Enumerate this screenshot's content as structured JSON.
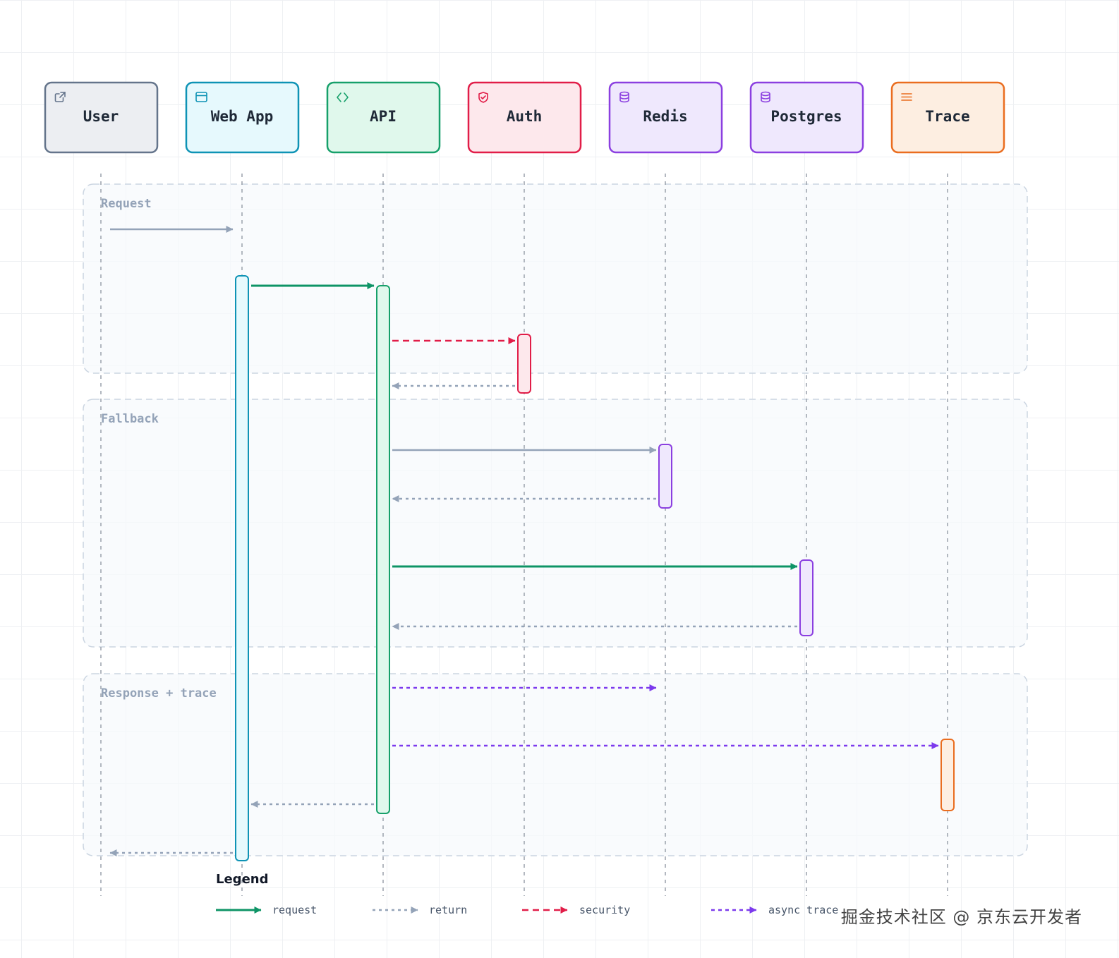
{
  "participants": [
    {
      "id": "user",
      "label": "User",
      "icon": "external-link-icon",
      "stroke": "#64748b",
      "fill": "#eceef2"
    },
    {
      "id": "webapp",
      "label": "Web App",
      "icon": "browser-window-icon",
      "stroke": "#0e93b5",
      "fill": "#e6f9fd"
    },
    {
      "id": "api",
      "label": "API",
      "icon": "code-brackets-icon",
      "stroke": "#16a06a",
      "fill": "#e0f8ec"
    },
    {
      "id": "auth",
      "label": "Auth",
      "icon": "shield-check-icon",
      "stroke": "#e11d48",
      "fill": "#fde8ec"
    },
    {
      "id": "redis",
      "label": "Redis",
      "icon": "database-icon",
      "stroke": "#8b3fe0",
      "fill": "#efe8fd"
    },
    {
      "id": "postgres",
      "label": "Postgres",
      "icon": "database-icon",
      "stroke": "#8b3fe0",
      "fill": "#efe8fd"
    },
    {
      "id": "trace",
      "label": "Trace",
      "icon": "list-lines-icon",
      "stroke": "#ea6d1f",
      "fill": "#fdeee1"
    }
  ],
  "groups": [
    {
      "label": "Request"
    },
    {
      "label": "Fallback"
    },
    {
      "label": "Response + trace"
    }
  ],
  "messages": [
    {
      "from": "user",
      "to": "webapp",
      "type": "plain"
    },
    {
      "from": "webapp",
      "to": "api",
      "type": "request"
    },
    {
      "from": "api",
      "to": "auth",
      "type": "security"
    },
    {
      "from": "auth",
      "to": "api",
      "type": "return"
    },
    {
      "from": "api",
      "to": "redis",
      "type": "plain"
    },
    {
      "from": "redis",
      "to": "api",
      "type": "return"
    },
    {
      "from": "api",
      "to": "postgres",
      "type": "request"
    },
    {
      "from": "postgres",
      "to": "api",
      "type": "return"
    },
    {
      "from": "api",
      "to": "redis",
      "type": "async"
    },
    {
      "from": "api",
      "to": "trace",
      "type": "async"
    },
    {
      "from": "api",
      "to": "webapp",
      "type": "return"
    },
    {
      "from": "webapp",
      "to": "user",
      "type": "return"
    }
  ],
  "legend": {
    "title": "Legend",
    "items": [
      {
        "type": "request",
        "label": "request"
      },
      {
        "type": "return",
        "label": "return"
      },
      {
        "type": "security",
        "label": "security"
      },
      {
        "type": "async",
        "label": "async trace"
      }
    ]
  },
  "colors": {
    "request": "#0e9466",
    "return": "#94a3b8",
    "security": "#e11d48",
    "async": "#7c3aed",
    "plain": "#94a3b8",
    "lifeline": "#9aa1ab",
    "group_border": "#cbd5e1",
    "group_fill": "#f7f9fc"
  },
  "watermark": "掘金技术社区 @ 京东云开发者"
}
